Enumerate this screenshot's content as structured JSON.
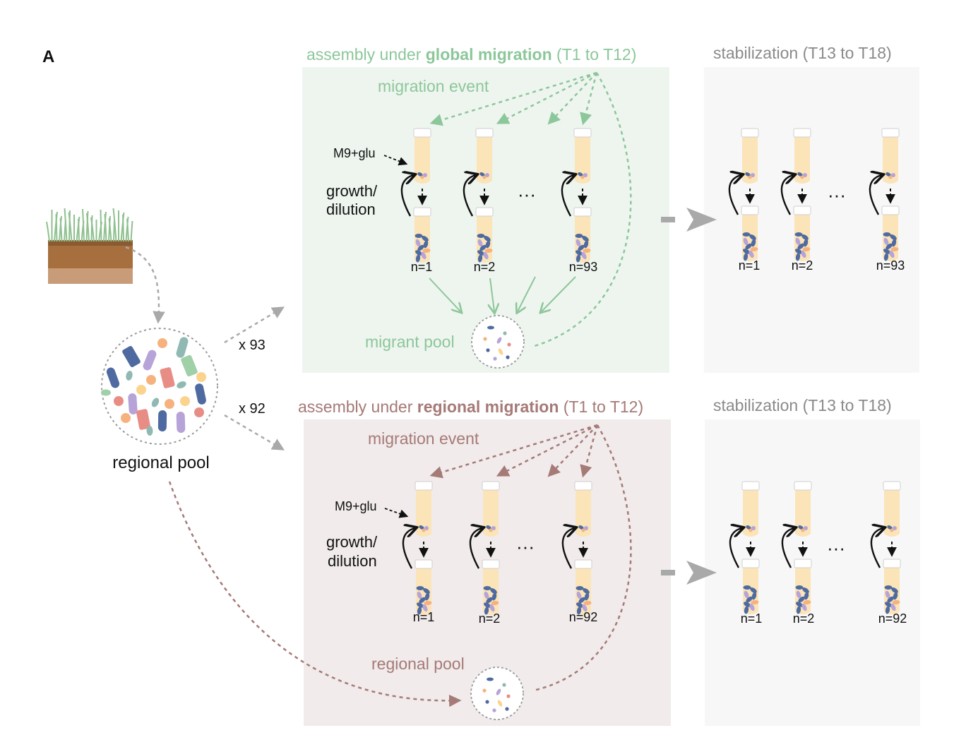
{
  "panel_label": "A",
  "colors": {
    "global_green": "#8cc79a",
    "regional_brown": "#a57a77",
    "global_bg": "#eef5ef",
    "regional_bg": "#f1ebeb",
    "stab_bg": "#f7f7f7",
    "stab_text": "#8a8a8a",
    "arrow_grey": "#a9a9a9",
    "tube_fill": "#fbe4b8",
    "soil_dark": "#a76f3e",
    "soil_light": "#c89c79",
    "grass": "#8fc08f"
  },
  "source": {
    "pool_label": "regional pool",
    "x_global": "x 93",
    "x_regional": "x 92"
  },
  "global": {
    "title_pre": "assembly under ",
    "title_bold": "global migration",
    "title_post": " (T1 to T12)",
    "migration_event": "migration event",
    "medium_label": "M9+glu",
    "growth_line1": "growth/",
    "growth_line2": "dilution",
    "dots": "···",
    "n_labels": [
      "n=1",
      "n=2",
      "n=93"
    ],
    "pool_label": "migrant pool"
  },
  "regional": {
    "title_pre": "assembly under ",
    "title_bold": "regional migration",
    "title_post": " (T1 to T12)",
    "migration_event": "migration event",
    "medium_label": "M9+glu",
    "growth_line1": "growth/",
    "growth_line2": "dilution",
    "dots": "···",
    "n_labels": [
      "n=1",
      "n=2",
      "n=92"
    ],
    "pool_label": "regional pool"
  },
  "stabilization_top": {
    "title": "stabilization (T13 to T18)",
    "dots": "···",
    "n_labels": [
      "n=1",
      "n=2",
      "n=93"
    ]
  },
  "stabilization_bottom": {
    "title": "stabilization (T13 to T18)",
    "dots": "···",
    "n_labels": [
      "n=1",
      "n=2",
      "n=92"
    ]
  }
}
